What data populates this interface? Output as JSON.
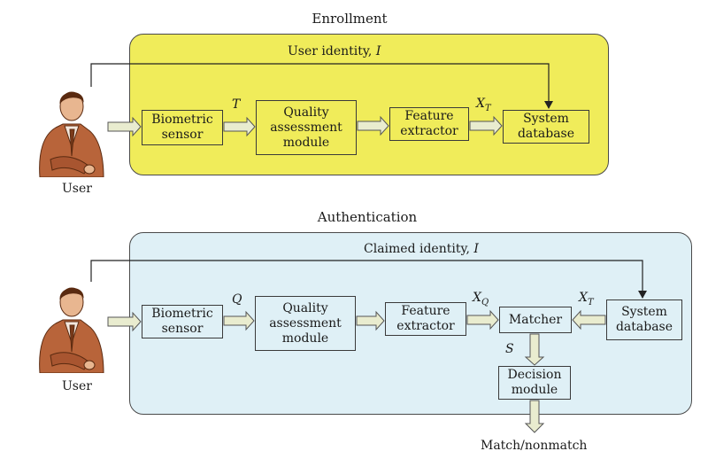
{
  "enrollment": {
    "title": "Enrollment",
    "identity_label": "User identity, ",
    "identity_symbol": "I",
    "user_label": "User",
    "sensor": "Biometric\nsensor",
    "quality": "Quality\nassessment\nmodule",
    "extractor": "Feature\nextractor",
    "database": "System\ndatabase",
    "sym_T": "T",
    "sym_XT_base": "X",
    "sym_XT_sub": "T"
  },
  "authentication": {
    "title": "Authentication",
    "identity_label": "Claimed identity, ",
    "identity_symbol": "I",
    "user_label": "User",
    "sensor": "Biometric\nsensor",
    "quality": "Quality\nassessment\nmodule",
    "extractor": "Feature\nextractor",
    "matcher": "Matcher",
    "database": "System\ndatabase",
    "decision": "Decision\nmodule",
    "output": "Match/nonmatch",
    "sym_Q": "Q",
    "sym_XQ_base": "X",
    "sym_XQ_sub": "Q",
    "sym_XT_base": "X",
    "sym_XT_sub": "T",
    "sym_S": "S"
  },
  "colors": {
    "enrollment_panel": "#f0ec5a",
    "authentication_panel": "#dff0f6",
    "arrow_fill": "#e9eccf",
    "suit": "#b8643a"
  },
  "icons": [
    "user-figure-icon"
  ]
}
